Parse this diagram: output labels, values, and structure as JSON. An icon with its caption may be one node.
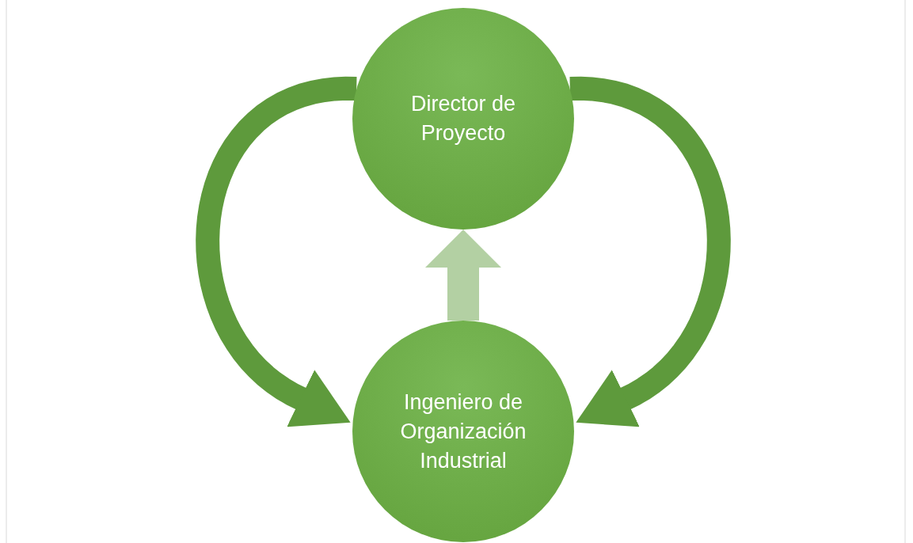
{
  "diagram": {
    "nodes": [
      {
        "text": [
          "Director de Proyecto"
        ]
      },
      {
        "text": [
          "Ingeniero de Organización Industrial"
        ]
      }
    ],
    "edges": [
      {
        "from": 0,
        "to": 1,
        "arrow": "to"
      },
      {
        "from": 0,
        "to": 1,
        "arrow": "to"
      },
      {
        "from": 1,
        "to": 0,
        "arrow": "to",
        "color": "#b3d0a3"
      }
    ]
  }
}
